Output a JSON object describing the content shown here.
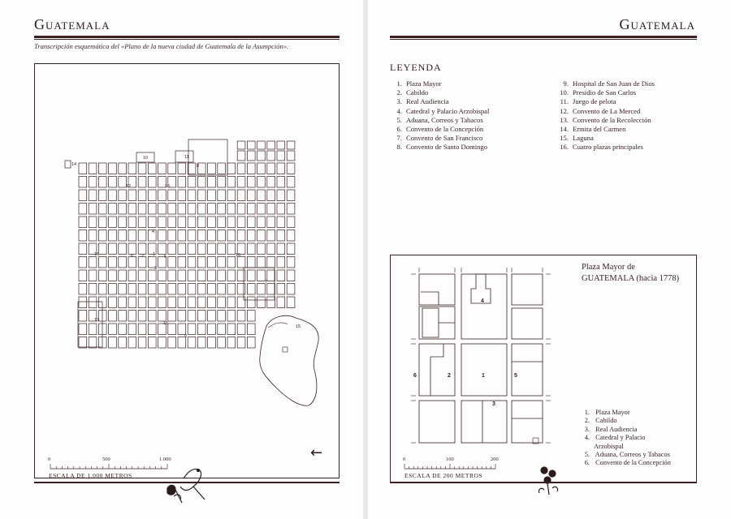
{
  "left_page": {
    "running_title": "Guatemala",
    "caption": "Transcripción esquemática del «Plano de la nueva ciudad de Guatemala de la Asumpción».",
    "map_labels": {
      "l14": "14",
      "l10": "10",
      "l11": "11",
      "l8": "8",
      "l12": "12",
      "l16a": "16",
      "l4": "4",
      "l16b": "16",
      "l6": "6",
      "l2": "2",
      "l1": "1",
      "l5": "5",
      "l3": "3",
      "l16c": "16",
      "l7": "7",
      "l13": "13",
      "l16d": "16",
      "l9": "9",
      "l15": "15"
    },
    "scale": {
      "ticks": [
        "0",
        "500",
        "1.000"
      ],
      "label": "ESCALA DE 1.000 METROS"
    },
    "north_arrow": "←"
  },
  "right_page": {
    "running_title": "Guatemala",
    "legend_title": "LEYENDA",
    "legend": [
      {
        "n": "1.",
        "label": "Plaza Mayor"
      },
      {
        "n": "2.",
        "label": "Cabildo"
      },
      {
        "n": "3.",
        "label": "Real Audiencia"
      },
      {
        "n": "4.",
        "label": "Catedral y Palacio Arzobispal"
      },
      {
        "n": "5.",
        "label": "Aduana, Correos y Tabacos"
      },
      {
        "n": "6.",
        "label": "Convento de la Concepción"
      },
      {
        "n": "7.",
        "label": "Convento de San Francisco"
      },
      {
        "n": "8.",
        "label": "Convento de Santo Domingo"
      },
      {
        "n": "9.",
        "label": "Hospital de San Juan de Dios"
      },
      {
        "n": "10.",
        "label": "Presidio de San Carlos"
      },
      {
        "n": "11.",
        "label": "Juego de pelota"
      },
      {
        "n": "12.",
        "label": "Convento de La Merced"
      },
      {
        "n": "13.",
        "label": "Convento de la Recolección"
      },
      {
        "n": "14.",
        "label": "Ermita del Carmen"
      },
      {
        "n": "15.",
        "label": "Laguna"
      },
      {
        "n": "16.",
        "label": "Cuatro plazas principales"
      }
    ],
    "inset": {
      "title_line1": "Plaza Mayor de",
      "title_line2": "GUATEMALA (hacia 1778)",
      "labels": {
        "l4": "4",
        "l6": "6",
        "l2": "2",
        "l1": "1",
        "l5": "5",
        "l3": "3"
      },
      "legend": [
        {
          "n": "1.",
          "label": "Plaza Mayor"
        },
        {
          "n": "2.",
          "label": "Cabildo"
        },
        {
          "n": "3.",
          "label": "Real Audiencia"
        },
        {
          "n": "4.",
          "label": "Catedral y Palacio"
        },
        {
          "n": "",
          "label": "Arzobispal"
        },
        {
          "n": "5.",
          "label": "Aduana, Correos y Tabacos"
        },
        {
          "n": "6.",
          "label": "Convento de la Concepción"
        }
      ],
      "scale": {
        "ticks": [
          "0",
          "100",
          "200"
        ],
        "label": "ESCALA DE 200 METROS"
      }
    }
  },
  "colors": {
    "ink": "#3a2020",
    "paper": "#fdfdfd"
  }
}
